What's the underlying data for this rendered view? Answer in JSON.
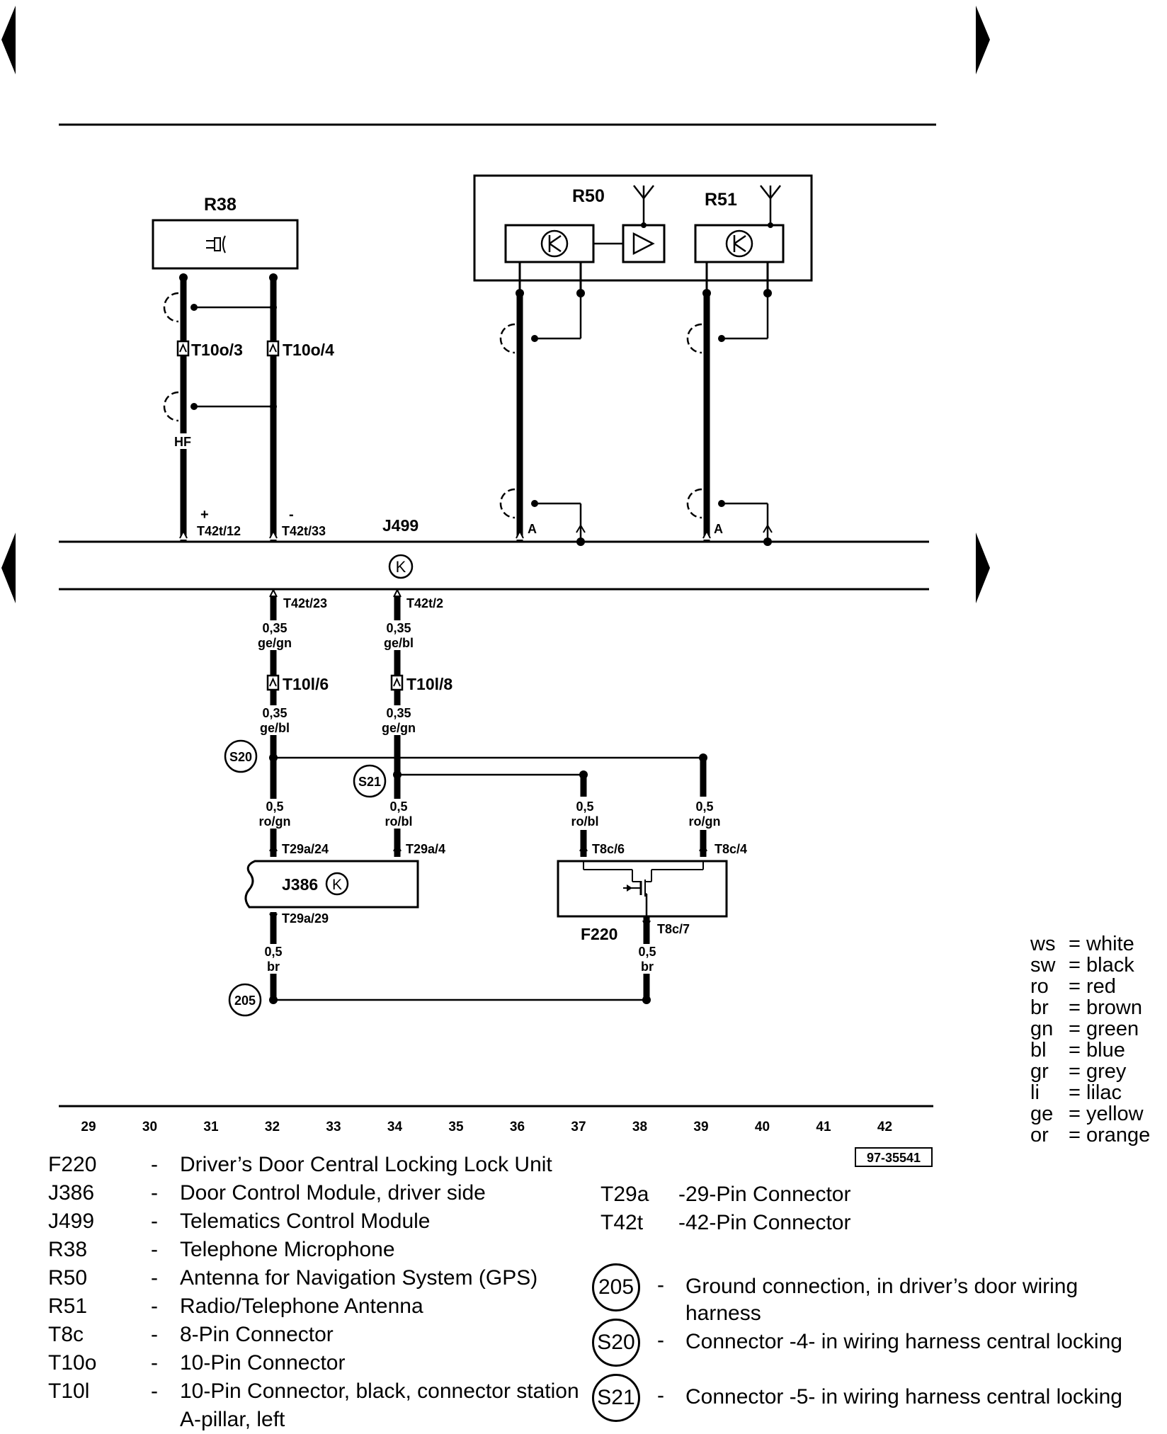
{
  "diagram": {
    "components": {
      "R38": "R38",
      "R50": "R50",
      "R51": "R51",
      "J499": "J499",
      "J386": "J386",
      "F220": "F220",
      "module_symbol": "K"
    },
    "pins": {
      "T10o_3": "T10o/3",
      "T10o_4": "T10o/4",
      "T42t_12": "T42t/12",
      "T42t_33": "T42t/33",
      "T42t_23": "T42t/23",
      "T42t_2": "T42t/2",
      "T10l_6": "T10l/6",
      "T10l_8": "T10l/8",
      "T29a_24": "T29a/24",
      "T29a_4": "T29a/4",
      "T29a_29": "T29a/29",
      "T8c_6": "T8c/6",
      "T8c_4": "T8c/4",
      "T8c_7": "T8c/7"
    },
    "marks": {
      "hf": "HF",
      "plus": "+",
      "minus": "-",
      "a_left": "A",
      "a_right": "A"
    },
    "wires": {
      "w1_size": "0,35",
      "w1_color": "ge/gn",
      "w2_size": "0,35",
      "w2_color": "ge/bl",
      "w3_size": "0,35",
      "w3_color": "ge/bl",
      "w4_size": "0,35",
      "w4_color": "ge/gn",
      "w5_size": "0,5",
      "w5_color": "ro/gn",
      "w6_size": "0,5",
      "w6_color": "ro/bl",
      "w7_size": "0,5",
      "w7_color": "ro/bl",
      "w8_size": "0,5",
      "w8_color": "ro/gn",
      "w9_size": "0,5",
      "w9_color": "br",
      "w10_size": "0,5",
      "w10_color": "br"
    },
    "connectors": {
      "s20": "S20",
      "s21": "S21",
      "g205": "205"
    },
    "ruler": [
      "29",
      "30",
      "31",
      "32",
      "33",
      "34",
      "35",
      "36",
      "37",
      "38",
      "39",
      "40",
      "41",
      "42"
    ],
    "ref_number": "97-35541"
  },
  "legend": {
    "components": [
      {
        "code": "F220",
        "dash": "-",
        "desc": "Driver’s Door Central Locking Lock Unit"
      },
      {
        "code": "J386",
        "dash": "-",
        "desc": "Door Control Module, driver side"
      },
      {
        "code": "J499",
        "dash": "-",
        "desc": "Telematics Control Module"
      },
      {
        "code": "R38",
        "dash": "-",
        "desc": "Telephone Microphone"
      },
      {
        "code": "R50",
        "dash": "-",
        "desc": "Antenna for Navigation System (GPS)"
      },
      {
        "code": "R51",
        "dash": "-",
        "desc": "Radio/Telephone Antenna"
      },
      {
        "code": "T8c",
        "dash": "-",
        "desc": "8-Pin Connector"
      },
      {
        "code": "T10o",
        "dash": "-",
        "desc": "10-Pin Connector"
      },
      {
        "code": "T10l",
        "dash": "-",
        "desc": "10-Pin Connector, black, connector station A-pillar, left"
      }
    ],
    "connectors": [
      {
        "code": "T29a",
        "dash": "-",
        "desc": "29-Pin Connector"
      },
      {
        "code": "T42t",
        "dash": "-",
        "desc": "42-Pin Connector"
      }
    ],
    "grounds": [
      {
        "code": "205",
        "dash": "-",
        "desc": "Ground connection, in driver’s door wiring harness"
      },
      {
        "code": "S20",
        "dash": "-",
        "desc": "Connector -4- in wiring harness central locking"
      },
      {
        "code": "S21",
        "dash": "-",
        "desc": "Connector -5- in wiring harness central locking"
      }
    ],
    "colors": [
      {
        "abbr": "ws",
        "eq": "=",
        "name": "white"
      },
      {
        "abbr": "sw",
        "eq": "=",
        "name": "black"
      },
      {
        "abbr": "ro",
        "eq": "=",
        "name": "red"
      },
      {
        "abbr": "br",
        "eq": "=",
        "name": "brown"
      },
      {
        "abbr": "gn",
        "eq": "=",
        "name": "green"
      },
      {
        "abbr": "bl",
        "eq": "=",
        "name": "blue"
      },
      {
        "abbr": "gr",
        "eq": "=",
        "name": "grey"
      },
      {
        "abbr": "li",
        "eq": "=",
        "name": "lilac"
      },
      {
        "abbr": "ge",
        "eq": "=",
        "name": "yellow"
      },
      {
        "abbr": "or",
        "eq": "=",
        "name": "orange"
      }
    ]
  }
}
